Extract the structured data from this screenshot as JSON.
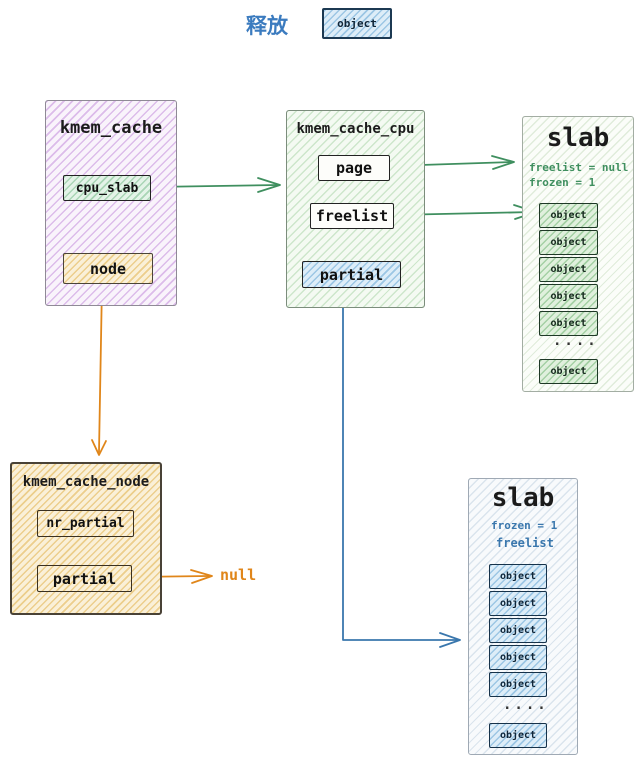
{
  "legend": {
    "action_label": "释放",
    "object_label": "object"
  },
  "kmem_cache": {
    "title": "kmem_cache",
    "cpu_slab_label": "cpu_slab",
    "node_label": "node"
  },
  "kmem_cache_cpu": {
    "title": "kmem_cache_cpu",
    "page_label": "page",
    "freelist_label": "freelist",
    "partial_label": "partial"
  },
  "kmem_cache_node": {
    "title": "kmem_cache_node",
    "nr_partial_label": "nr_partial",
    "partial_label": "partial",
    "partial_points_to": "null"
  },
  "slab_top": {
    "title": "slab",
    "freelist_state": "freelist = null",
    "frozen_state": "frozen = 1",
    "objects": [
      "object",
      "object",
      "object",
      "object",
      "object"
    ],
    "ellipsis": "....",
    "tail_object": "object"
  },
  "slab_bottom": {
    "title": "slab",
    "frozen_state": "frozen = 1",
    "freelist_label": "freelist",
    "objects": [
      "object",
      "object",
      "object",
      "object",
      "object"
    ],
    "ellipsis": "....",
    "tail_object": "object"
  },
  "colors": {
    "green_arrow": "#3f8f5f",
    "blue_arrow": "#3a77ad",
    "orange_arrow": "#e0861a",
    "legend_text": "#3b7bbf",
    "green_annotation": "#3f8f5f",
    "blue_annotation": "#3a77ad"
  }
}
